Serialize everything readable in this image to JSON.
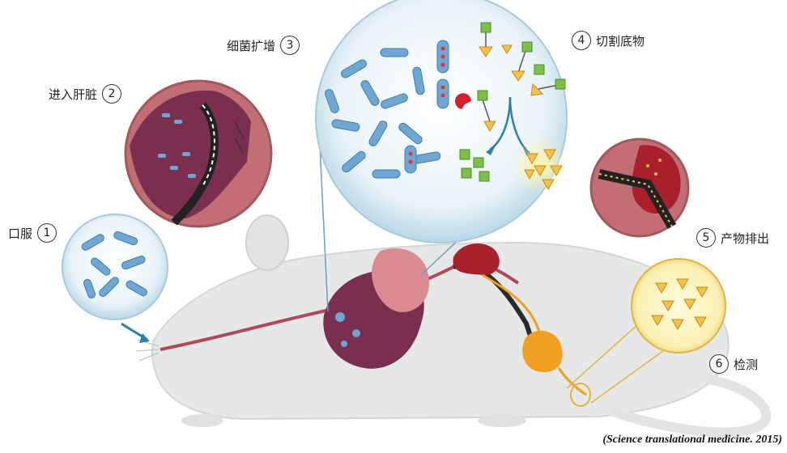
{
  "steps": [
    {
      "num": "1",
      "label": "口服"
    },
    {
      "num": "2",
      "label": "进入肝脏"
    },
    {
      "num": "3",
      "label": "细菌扩增"
    },
    {
      "num": "4",
      "label": "切割底物"
    },
    {
      "num": "5",
      "label": "产物排出"
    },
    {
      "num": "6",
      "label": "检测"
    }
  ],
  "citation": "(Science translational medicine. 2015)",
  "colors": {
    "bacteria": "#6fa6d3",
    "liver": "#7a2f4f",
    "kidney": "#a8202c",
    "substrate_green": "#7cc04a",
    "product_yellow": "#f2c24a",
    "bladder": "#f0a020",
    "mouse_body": "#e6e7e7",
    "arrow": "#2f7fa8"
  },
  "icons": [
    "bacteria-icon",
    "liver-icon",
    "kidney-icon",
    "bladder-icon",
    "mouse-icon",
    "enzyme-icon"
  ]
}
